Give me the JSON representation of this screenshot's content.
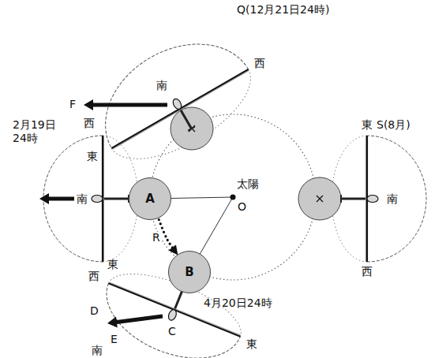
{
  "diagram": {
    "nodes": [
      {
        "text": [
          "A"
        ]
      },
      {
        "text": [
          "B"
        ]
      }
    ],
    "edges": [
      {
        "from": 0,
        "to": 1,
        "arrow": "to",
        "label": "R"
      }
    ],
    "labels": [
      "Q(12月21日24時)",
      "西",
      "南",
      "F",
      "東",
      "2月19日 24時",
      "西",
      "南",
      "東",
      "太陽",
      "O",
      "S(8月)",
      "東",
      "南",
      "西",
      "西",
      "D",
      "4月20日24時",
      "C",
      "E",
      "南",
      "東"
    ]
  }
}
